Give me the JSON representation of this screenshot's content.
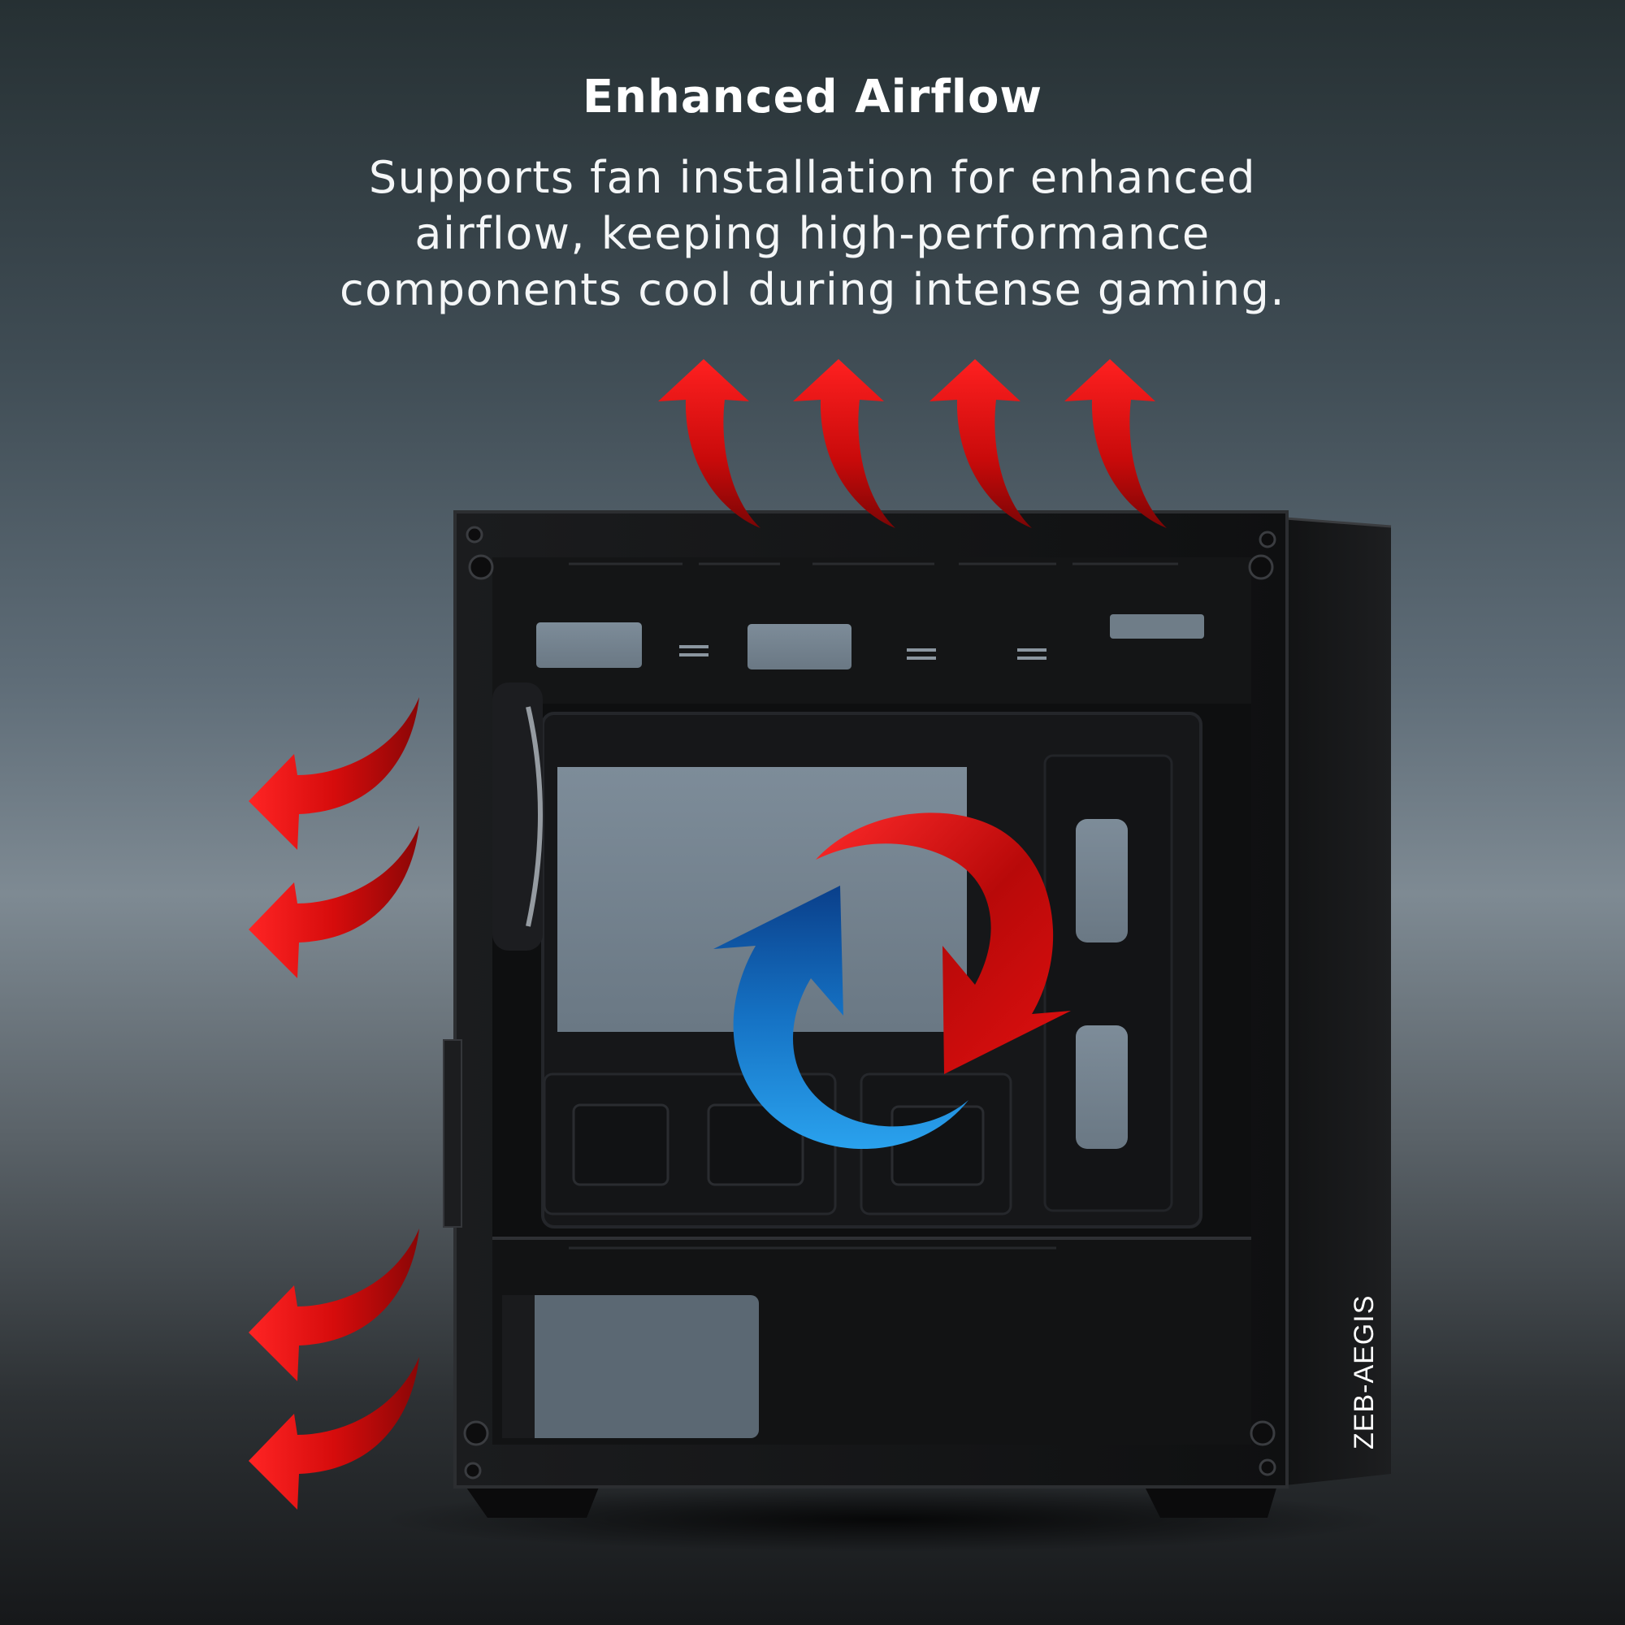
{
  "heading": {
    "title": "Enhanced Airflow",
    "description_lines": [
      "Supports fan installation for enhanced",
      "airflow, keeping high-performance",
      "components cool during intense gaming."
    ]
  },
  "case": {
    "brand_label": "ZEB-AEGIS"
  },
  "icons": {
    "top_exhaust": [
      "exhaust-arrow-up-icon",
      "exhaust-arrow-up-icon",
      "exhaust-arrow-up-icon",
      "exhaust-arrow-up-icon"
    ],
    "side_exhaust": [
      "exhaust-arrow-left-icon",
      "exhaust-arrow-left-icon",
      "exhaust-arrow-left-icon",
      "exhaust-arrow-left-icon"
    ],
    "circulation": [
      "hot-air-arrow-icon",
      "cool-air-arrow-icon"
    ]
  },
  "colors": {
    "hot_air": "#d10a0a",
    "cool_air": "#1f86d6",
    "case_body": "#141516",
    "text": "#ffffff"
  }
}
